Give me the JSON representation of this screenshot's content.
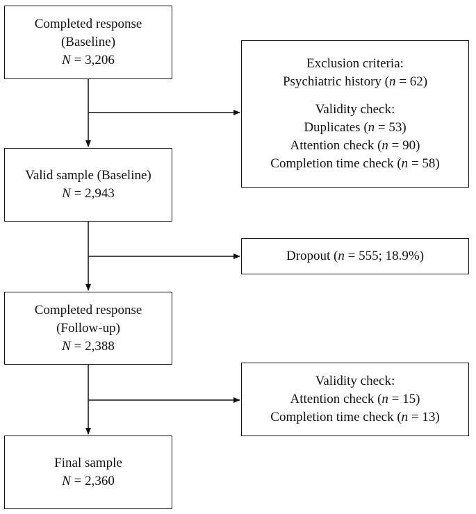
{
  "boxes": {
    "baseline": {
      "line1": "Completed response",
      "line2": "(Baseline)",
      "n_label": "N",
      "n_value": "= 3,206"
    },
    "exclusion": {
      "title": "Exclusion criteria:",
      "psych_label": "Psychiatric history (",
      "psych_n": "n",
      "psych_value": " = 62)",
      "validity_title": "Validity check:",
      "dup_label": "Duplicates (",
      "dup_n": "n",
      "dup_value": " = 53)",
      "att_label": "Attention check (",
      "att_n": "n",
      "att_value": " = 90)",
      "time_label": "Completion time check (",
      "time_n": "n",
      "time_value": " = 58)"
    },
    "valid": {
      "line1": "Valid sample (Baseline)",
      "n_label": "N",
      "n_value": "= 2,943"
    },
    "dropout": {
      "label": "Dropout (",
      "n": "n",
      "value": " = 555; 18.9%)"
    },
    "followup": {
      "line1": "Completed response",
      "line2": "(Follow-up)",
      "n_label": "N",
      "n_value": "= 2,388"
    },
    "validity2": {
      "title": "Validity check:",
      "att_label": "Attention check (",
      "att_n": "n",
      "att_value": " = 15)",
      "time_label": "Completion time check (",
      "time_n": "n",
      "time_value": " = 13)"
    },
    "final": {
      "line1": "Final sample",
      "n_label": "N",
      "n_value": "= 2,360"
    }
  }
}
